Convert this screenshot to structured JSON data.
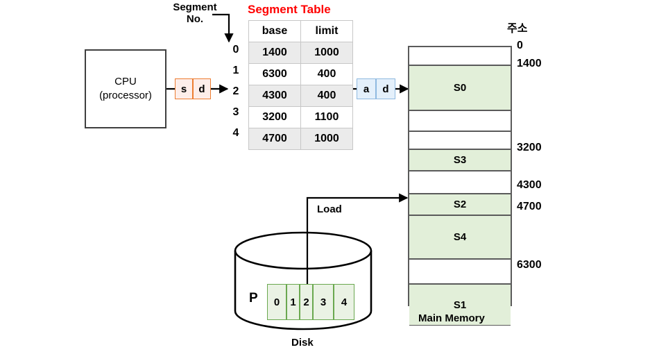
{
  "diagram": {
    "title": "Segment Table",
    "title_color": "#ff0000"
  },
  "cpu": {
    "line1": "CPU",
    "line2": "(processor)"
  },
  "segment_no_label": "Segment\nNo.",
  "logical_address_register": {
    "cells": [
      "s",
      "d"
    ],
    "border_color": "#ed7d31",
    "fill_color": "#fdeeea"
  },
  "physical_address_register": {
    "cells": [
      "a",
      "d"
    ],
    "border_color": "#8fb9e0",
    "fill_color": "#e4f0fb"
  },
  "segment_table": {
    "headers": [
      "base",
      "limit"
    ],
    "row_indices": [
      "0",
      "1",
      "2",
      "3",
      "4"
    ],
    "rows": [
      {
        "index": "0",
        "base": "1400",
        "limit": "1000",
        "shaded": true
      },
      {
        "index": "1",
        "base": "6300",
        "limit": "400",
        "shaded": false
      },
      {
        "index": "2",
        "base": "4300",
        "limit": "400",
        "shaded": true
      },
      {
        "index": "3",
        "base": "3200",
        "limit": "1100",
        "shaded": false
      },
      {
        "index": "4",
        "base": "4700",
        "limit": "1000",
        "shaded": true
      }
    ]
  },
  "main_memory": {
    "caption": "Main Memory",
    "address_column_header": "주소",
    "address_ticks": [
      "0",
      "1400",
      "3200",
      "4300",
      "4700",
      "6300"
    ],
    "blocks": [
      {
        "label": "",
        "used": false
      },
      {
        "label": "S0",
        "used": true
      },
      {
        "label": "",
        "used": false
      },
      {
        "label": "",
        "used": false
      },
      {
        "label": "S3",
        "used": true
      },
      {
        "label": "",
        "used": false
      },
      {
        "label": "S2",
        "used": true
      },
      {
        "label": "S4",
        "used": true
      },
      {
        "label": "",
        "used": false
      },
      {
        "label": "S1",
        "used": true
      }
    ],
    "block_fill_color": "#e2efd9"
  },
  "disk": {
    "caption": "Disk",
    "process_label": "P",
    "blocks": [
      "0",
      "1",
      "2",
      "3",
      "4"
    ],
    "block_fill_color": "#eaf2e4",
    "block_border_color": "#6aa84f"
  },
  "load_label": "Load"
}
